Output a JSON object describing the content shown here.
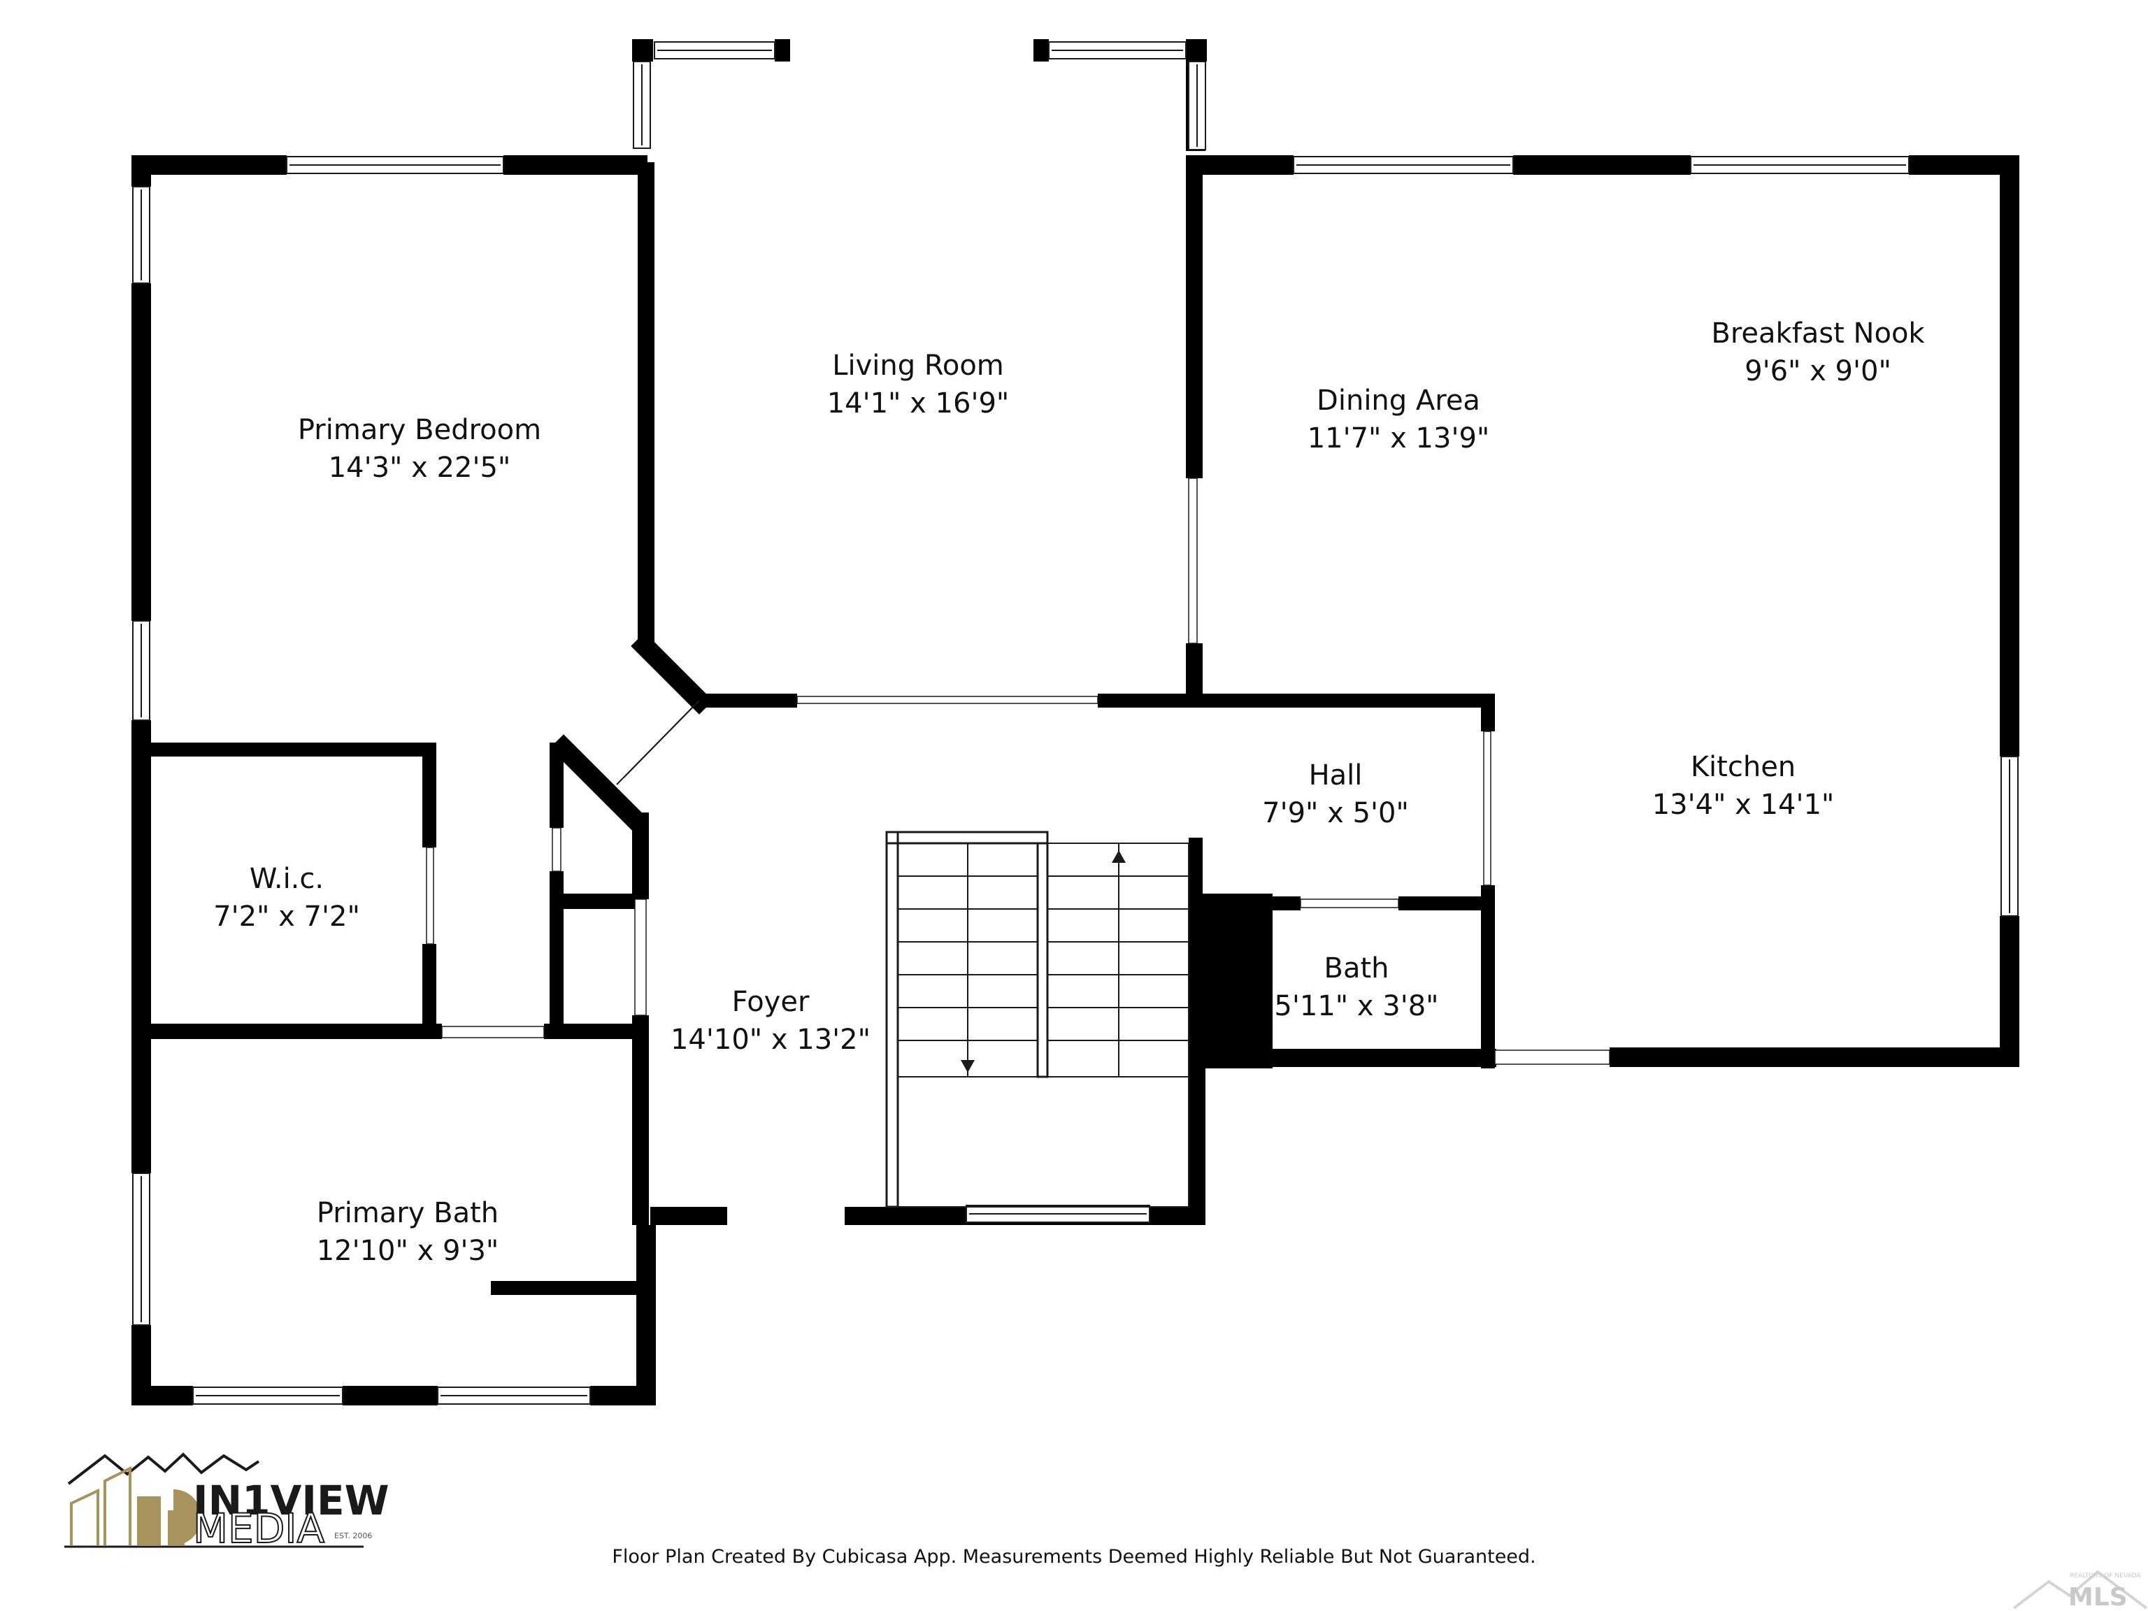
{
  "rooms": [
    {
      "key": "primary_bedroom",
      "name": "Primary Bedroom",
      "size": "14'3\" x 22'5\""
    },
    {
      "key": "living_room",
      "name": "Living Room",
      "size": "14'1\" x 16'9\""
    },
    {
      "key": "dining_area",
      "name": "Dining Area",
      "size": "11'7\" x 13'9\""
    },
    {
      "key": "breakfast_nook",
      "name": "Breakfast Nook",
      "size": "9'6\" x 9'0\""
    },
    {
      "key": "hall",
      "name": "Hall",
      "size": "7'9\" x 5'0\""
    },
    {
      "key": "kitchen",
      "name": "Kitchen",
      "size": "13'4\" x 14'1\""
    },
    {
      "key": "wic",
      "name": "W.i.c.",
      "size": "7'2\" x 7'2\""
    },
    {
      "key": "foyer",
      "name": "Foyer",
      "size": "14'10\" x 13'2\""
    },
    {
      "key": "bath",
      "name": "Bath",
      "size": "5'11\" x 3'8\""
    },
    {
      "key": "primary_bath",
      "name": "Primary Bath",
      "size": "12'10\" x 9'3\""
    }
  ],
  "footer": {
    "note": "Floor Plan Created By Cubicasa App. Measurements Deemed Highly Reliable But Not Guaranteed."
  },
  "logo": {
    "line1": "IN1VIEW",
    "line2": "MEDIA",
    "est": "EST. 2006",
    "accent_color": "#a8925e"
  },
  "watermark": {
    "text": "MLS",
    "subtext": "REALTORS OF NEVADA"
  },
  "colors": {
    "wall": "#000000",
    "window_frame": "#1a1a1a",
    "background": "#ffffff"
  }
}
